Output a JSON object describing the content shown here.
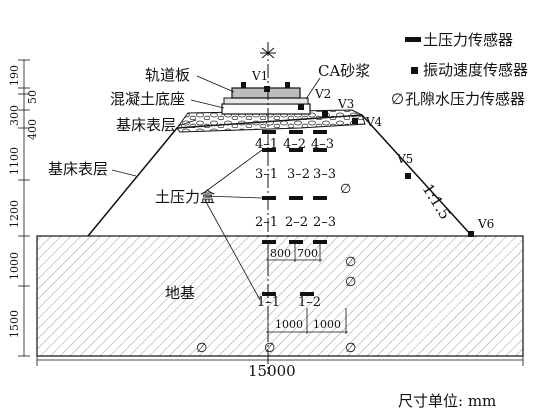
{
  "legend": {
    "earth_pressure_sensor": "土压力传感器",
    "vibration_velocity_sensor": "振动速度传感器",
    "pore_water_pressure_sensor": "孔隙水压力传感器",
    "symbol_earth_pressure": "■",
    "symbol_vibration": "■",
    "symbol_pore": "∅"
  },
  "labels": {
    "track_slab": "轨道板",
    "concrete_base": "混凝土底座",
    "subgrade_surface_top": "基床表层",
    "subgrade_surface_side": "基床表层",
    "ca_mortar": "CA砂浆",
    "earth_pressure_cell": "土压力盒",
    "foundation": "地基",
    "slope": "1:1.5",
    "unit_note": "尺寸单位: mm"
  },
  "velocity_points": [
    "V1",
    "V2",
    "V3",
    "V4",
    "V5",
    "V6"
  ],
  "sections": [
    "4–1",
    "4–2",
    "4–3",
    "3–1",
    "3–2",
    "3–3",
    "2–1",
    "2–2",
    "2–3",
    "1–1",
    "1–2"
  ],
  "dimensions": {
    "left_heights": [
      "190",
      "50",
      "300",
      "400",
      "1100",
      "1200",
      "1000",
      "1500"
    ],
    "spacing_upper": [
      "800",
      "700"
    ],
    "spacing_lower": [
      "1000",
      "1000"
    ],
    "bottom_width": "15000"
  },
  "colors": {
    "ink": "#111111",
    "background": "#ffffff",
    "hatch": "#9a9a9a",
    "slab": "#bdbdbd"
  }
}
